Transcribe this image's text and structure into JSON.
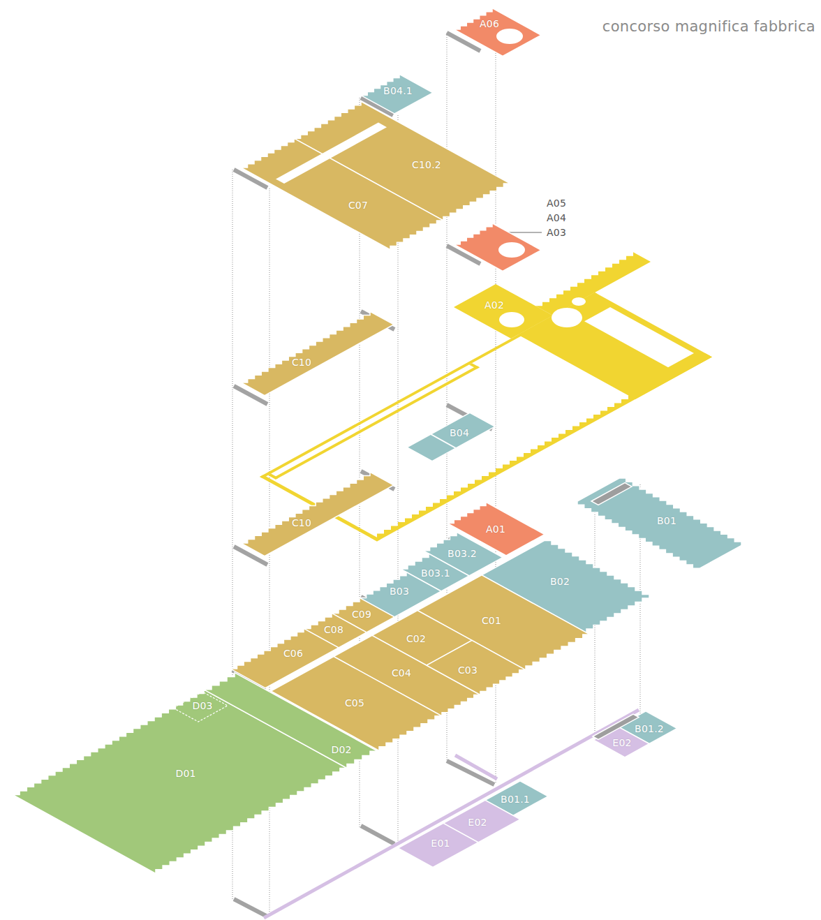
{
  "diagram": {
    "title": "concorso magnifica fabbrica",
    "nodes": [
      {
        "text": [
          "A06"
        ]
      },
      {
        "text": [
          "B04.1"
        ]
      },
      {
        "text": [
          "C10.2"
        ]
      },
      {
        "text": [
          "C07"
        ]
      },
      {
        "text": [
          "A05 A04 A03"
        ]
      },
      {
        "text": [
          "A02"
        ]
      },
      {
        "text": [
          "C10"
        ]
      },
      {
        "text": [
          "B04"
        ]
      },
      {
        "text": [
          "C10"
        ]
      },
      {
        "text": [
          "A01"
        ]
      },
      {
        "text": [
          "B01"
        ]
      },
      {
        "text": [
          "B03.2"
        ]
      },
      {
        "text": [
          "B03.1"
        ]
      },
      {
        "text": [
          "B02"
        ]
      },
      {
        "text": [
          "B03"
        ]
      },
      {
        "text": [
          "C09"
        ]
      },
      {
        "text": [
          "C08"
        ]
      },
      {
        "text": [
          "C01"
        ]
      },
      {
        "text": [
          "C06"
        ]
      },
      {
        "text": [
          "C02"
        ]
      },
      {
        "text": [
          "C04"
        ]
      },
      {
        "text": [
          "C03"
        ]
      },
      {
        "text": [
          "D01"
        ]
      },
      {
        "text": [
          "D03"
        ],
        "in": 22
      },
      {
        "text": [
          "C05"
        ]
      },
      {
        "text": [
          "D02"
        ]
      },
      {
        "text": [
          "B01.2"
        ]
      },
      {
        "text": [
          "E02"
        ]
      },
      {
        "text": [
          "B01.1"
        ]
      },
      {
        "text": [
          "E02"
        ]
      },
      {
        "text": [
          "E01"
        ]
      }
    ]
  }
}
